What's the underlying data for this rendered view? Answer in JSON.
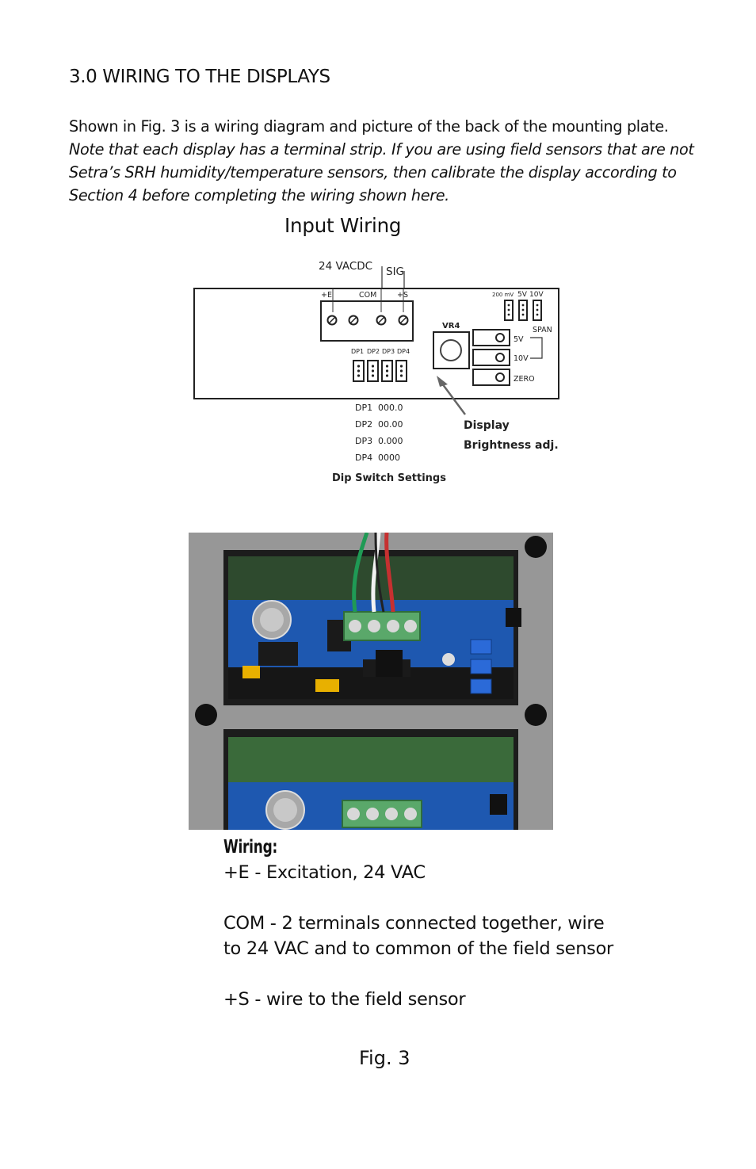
{
  "section": {
    "heading": "3.0 WIRING TO THE DISPLAYS",
    "intro_plain": "Shown in Fig. 3 is a wiring diagram and picture of the back of the mounting plate.",
    "intro_italic": "Note that each display has a terminal strip. If you are using field sensors that are not Setra’s SRH humidity/temperature sensors, then calibrate the display according to Section 4 before completing the wiring shown here."
  },
  "diagram": {
    "title": "Input Wiring",
    "labels": {
      "power": "24 VACDC",
      "sig": "SIG",
      "plus_e": "+E",
      "com": "COM",
      "plus_s": "+S",
      "vr4": "VR4",
      "mv200": "200 mV",
      "v5": "5V",
      "v10": "10V",
      "span": "SPAN",
      "pot_5v": "5V",
      "pot_10v": "10V",
      "pot_zero": "ZERO",
      "dp1": "DP1",
      "dp2": "DP2",
      "dp3": "DP3",
      "dp4": "DP4",
      "callout_line1": "Display",
      "callout_line2": "Brightness adj."
    },
    "dip_settings": [
      {
        "label": "DP1",
        "value": "000.0"
      },
      {
        "label": "DP2",
        "value": "00.00"
      },
      {
        "label": "DP3",
        "value": "0.000"
      },
      {
        "label": "DP4",
        "value": "0000"
      }
    ],
    "dip_title": "Dip Switch Settings"
  },
  "wiring": {
    "heading": "Wiring:",
    "line1": "+E - Excitation, 24 VAC",
    "line2": "COM - 2 terminals connected together, wire",
    "line3": "to 24 VAC and to common of the field sensor",
    "line4": "+S - wire to the field sensor"
  },
  "figure_caption": "Fig. 3"
}
